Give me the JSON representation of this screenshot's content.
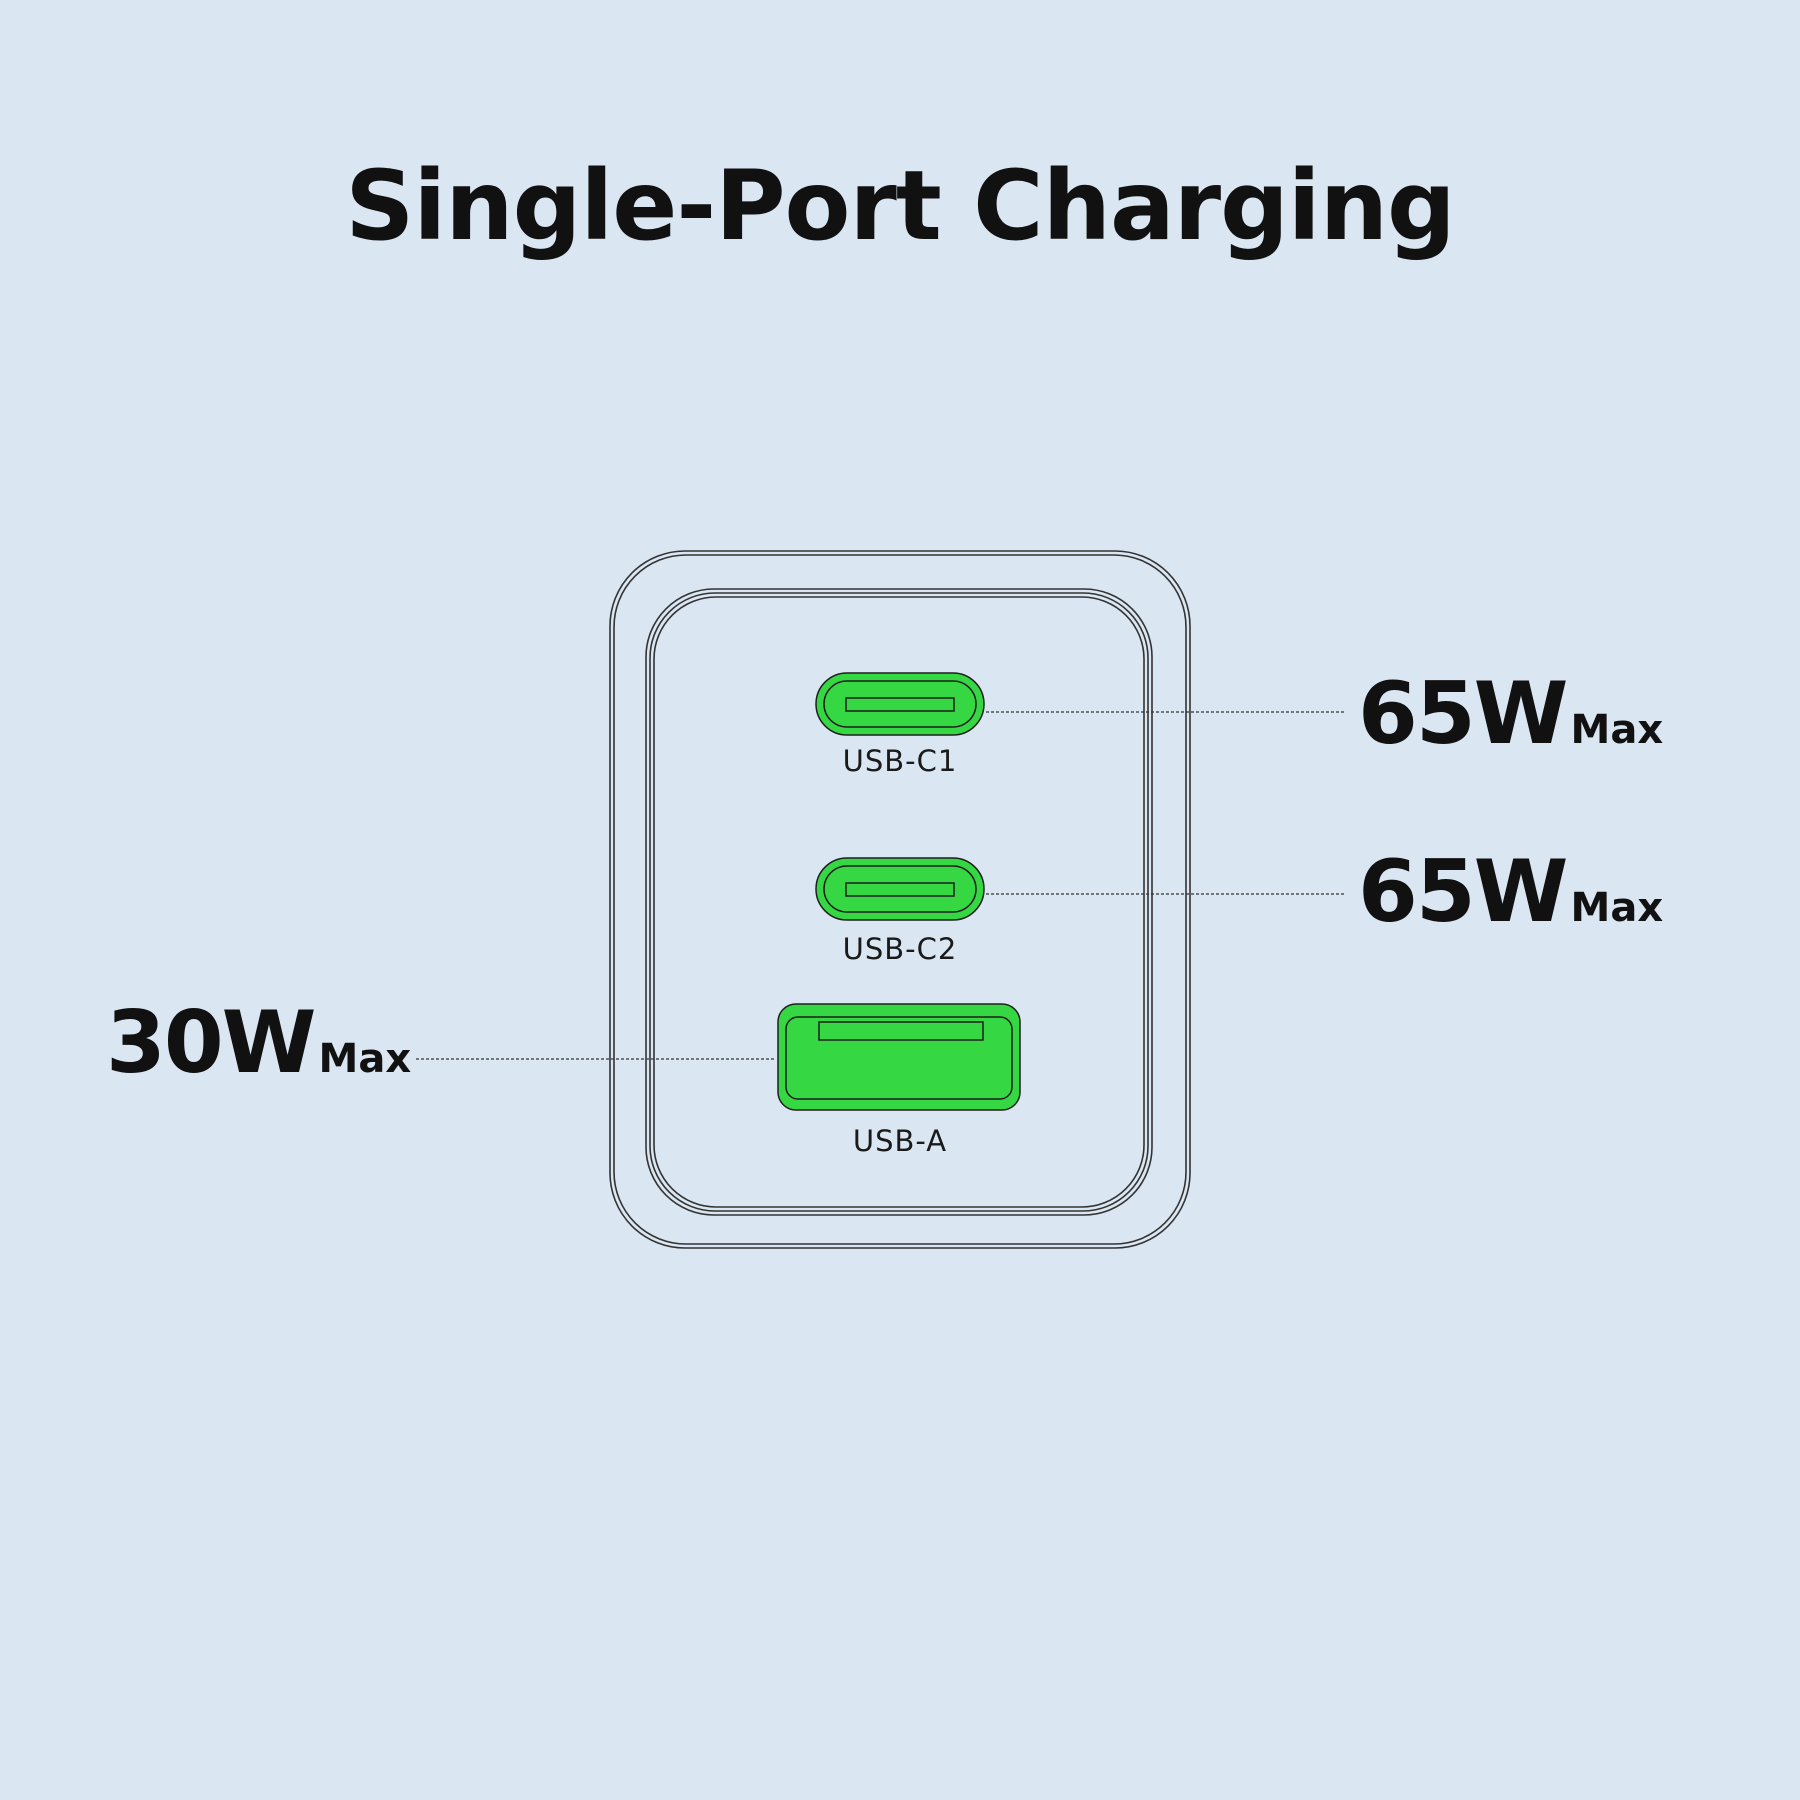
{
  "title": "Single-Port Charging",
  "colors": {
    "background": "#dae6f2",
    "port_fill": "#35d843",
    "outline": "#222222",
    "text": "#111111"
  },
  "ports": [
    {
      "name": "USB-C1",
      "type": "usb-c",
      "power": "65W",
      "suffix": "Max"
    },
    {
      "name": "USB-C2",
      "type": "usb-c",
      "power": "65W",
      "suffix": "Max"
    },
    {
      "name": "USB-A",
      "type": "usb-a",
      "power": "30W",
      "suffix": "Max"
    }
  ]
}
